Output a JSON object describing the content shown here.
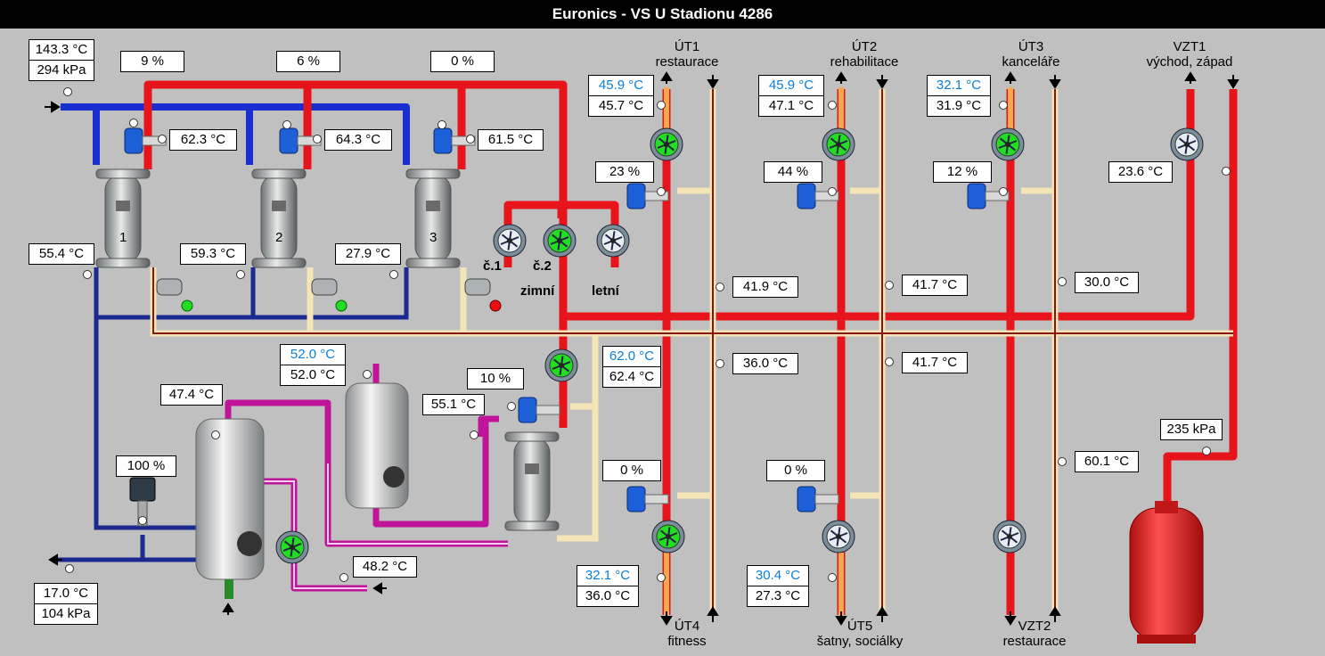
{
  "title": "Euronics - VS U Stadionu 4286",
  "inlet": {
    "temp": "143.3 °C",
    "pressure": "294 kPa"
  },
  "exchangers": [
    {
      "number": "1",
      "valve": "9 %",
      "secondary_temp": "62.3 °C",
      "return_temp": "55.4 °C"
    },
    {
      "number": "2",
      "valve": "6 %",
      "secondary_temp": "64.3 °C",
      "return_temp": "59.3 °C"
    },
    {
      "number": "3",
      "valve": "0 %",
      "secondary_temp": "61.5 °C",
      "return_temp": "27.9 °C"
    }
  ],
  "outlet": {
    "temp": "17.0 °C",
    "pressure": "104 kPa"
  },
  "pumps_mode": {
    "p1": "č.1",
    "p2": "č.2",
    "winter": "zimní",
    "summer": "letní"
  },
  "circuits": {
    "ut1": {
      "name": "ÚT1",
      "sub": "restaurace",
      "setpoint": "45.9 °C",
      "actual": "45.7 °C",
      "valve": "23 %",
      "return": "41.9 °C"
    },
    "ut2": {
      "name": "ÚT2",
      "sub": "rehabilitace",
      "setpoint": "45.9 °C",
      "actual": "47.1 °C",
      "valve": "44 %",
      "return": "41.7 °C"
    },
    "ut3": {
      "name": "ÚT3",
      "sub": "kanceláře",
      "setpoint": "32.1 °C",
      "actual": "31.9 °C",
      "valve": "12 %",
      "return": "30.0 °C"
    },
    "vzt1": {
      "name": "VZT1",
      "sub": "východ, západ",
      "temp": "23.6 °C"
    },
    "ut4": {
      "name": "ÚT4",
      "sub": "fitness",
      "setpoint": "32.1 °C",
      "actual": "36.0 °C",
      "valve": "0 %",
      "return": "36.0 °C"
    },
    "ut5": {
      "name": "ÚT5",
      "sub": "šatny, sociálky",
      "setpoint": "30.4 °C",
      "actual": "27.3 °C",
      "valve": "0 %",
      "return": "41.7 °C"
    },
    "vzt2": {
      "name": "VZT2",
      "sub": "restaurace",
      "return": "60.1 °C"
    }
  },
  "tuv": {
    "setpoint": "52.0 °C",
    "actual": "52.0 °C",
    "exchanger_setpoint": "62.0 °C",
    "exchanger_actual": "62.4 °C",
    "valve": "10 %",
    "exchanger_primary": "55.1 °C",
    "tank_temp": "47.4 °C",
    "mixing_valve": "100 %",
    "circulation": "48.2 °C"
  },
  "expansion_pressure": "235 kPa",
  "colors": {
    "hot": "#e8141c",
    "cold": "#1a2fd0",
    "return": "#8a1515",
    "tuv": "#c0159a",
    "pump_on": "#22dd22"
  }
}
